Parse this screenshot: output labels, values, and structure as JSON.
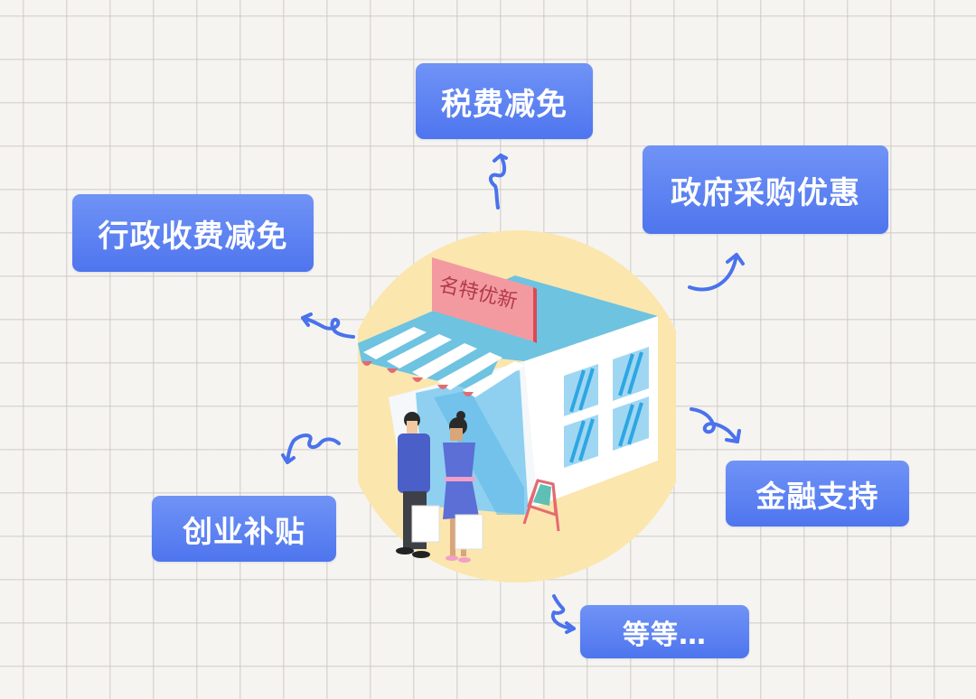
{
  "center": {
    "shop_sign": "名特优新",
    "illustration": "storefront-with-shoppers"
  },
  "tags": [
    {
      "id": "tax",
      "label": "税费减免"
    },
    {
      "id": "procurement",
      "label": "政府采购优惠"
    },
    {
      "id": "admin-fee",
      "label": "行政收费减免"
    },
    {
      "id": "startup",
      "label": "创业补贴"
    },
    {
      "id": "finance",
      "label": "金融支持"
    },
    {
      "id": "etc",
      "label": "等等…"
    }
  ],
  "colors": {
    "tag_top": "#7093f6",
    "tag_bottom": "#4e75ee",
    "arrow": "#4a72ec",
    "circle": "#fbe6ae",
    "background": "#f5f4f1",
    "sign": "#f09aa0",
    "roof": "#6ec3e0"
  }
}
